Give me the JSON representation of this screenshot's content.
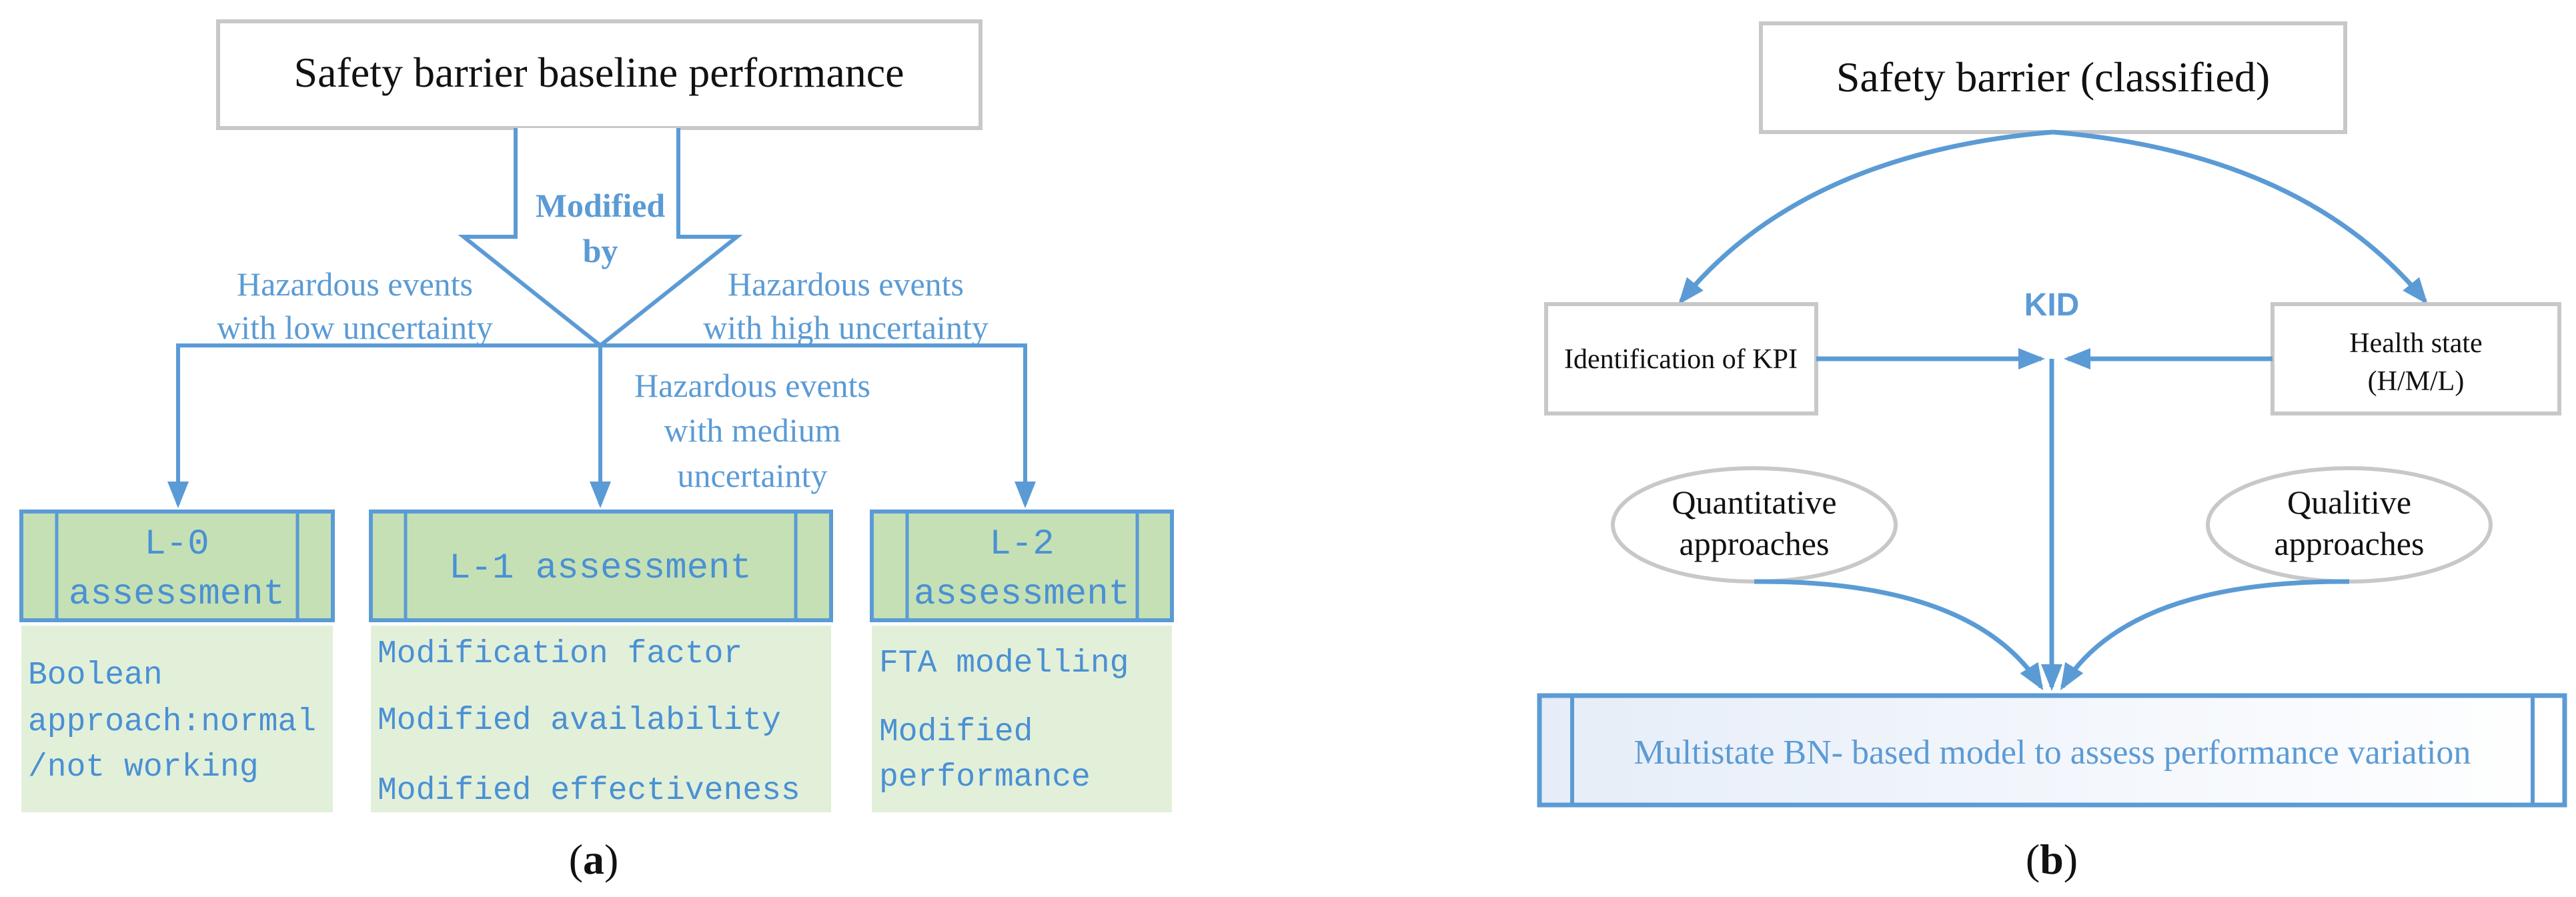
{
  "colors": {
    "blue": "#5b9bd5",
    "blue_text": "#4a90d4",
    "gray_border": "#c8c8c8",
    "green_header": "#c5e0b4",
    "green_body": "#e2f0d9",
    "black": "#111111"
  },
  "panel_a": {
    "top_box": "Safety barrier baseline performance",
    "arrow_label_1": "Modified",
    "arrow_label_2": "by",
    "left_branch": [
      "Hazardous events",
      "with low uncertainty"
    ],
    "right_branch": [
      "Hazardous events",
      "with high uncertainty"
    ],
    "middle_branch": [
      "Hazardous events",
      "with medium",
      "uncertainty"
    ],
    "l0": {
      "title": [
        "L-0",
        "assessment"
      ],
      "items": [
        "Boolean",
        "approach:normal",
        "/not working"
      ]
    },
    "l1": {
      "title": [
        "L-1 assessment"
      ],
      "items": [
        "Modification factor",
        "Modified availability",
        "Modified effectiveness"
      ]
    },
    "l2": {
      "title": [
        "L-2",
        "assessment"
      ],
      "items": [
        "FTA modelling",
        "Modified",
        "performance"
      ]
    },
    "caption_open": "(",
    "caption_letter": "a",
    "caption_close": ")"
  },
  "panel_b": {
    "top_box": "Safety barrier (classified)",
    "left_box": "Identification of KPI",
    "right_box": [
      "Health state",
      "(H/M/L)"
    ],
    "center_label": "KID",
    "left_ellipse": [
      "Quantitative",
      "approaches"
    ],
    "right_ellipse": [
      "Qualitive",
      "approaches"
    ],
    "bottom_box": "Multistate BN- based model to assess performance variation",
    "caption_open": "(",
    "caption_letter": "b",
    "caption_close": ")"
  }
}
